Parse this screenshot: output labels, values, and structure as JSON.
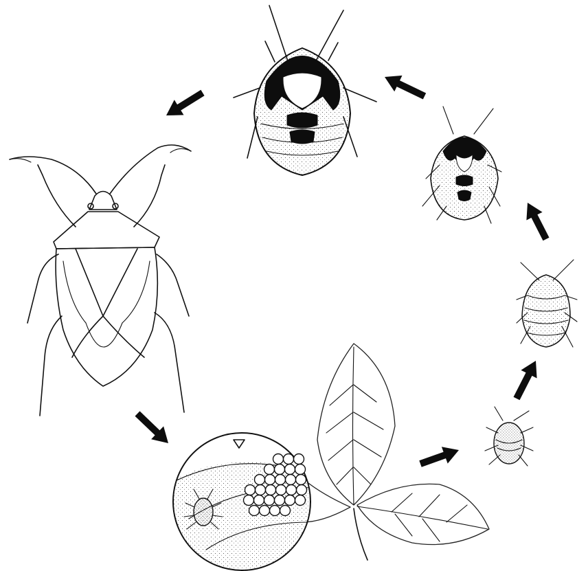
{
  "figure": {
    "description_items": [],
    "stages": [
      {
        "id": "adult",
        "name": "adult-bug"
      },
      {
        "id": "eggs",
        "name": "egg-mass-on-leaf"
      },
      {
        "id": "nymph1",
        "name": "first-instar-nymph"
      },
      {
        "id": "nymph2",
        "name": "second-instar-nymph"
      },
      {
        "id": "nymph3",
        "name": "third-instar-nymph"
      },
      {
        "id": "nymph4",
        "name": "fourth-instar-nymph"
      }
    ],
    "arrows": [
      "arrow-adult-to-eggs",
      "arrow-eggs-to-nymph1",
      "arrow-nymph1-to-nymph2",
      "arrow-nymph2-to-nymph3",
      "arrow-nymph3-to-nymph4",
      "arrow-nymph4-to-adult"
    ],
    "colors": {
      "ink": "#111111",
      "background": "#ffffff",
      "stipple": "#555555"
    }
  }
}
